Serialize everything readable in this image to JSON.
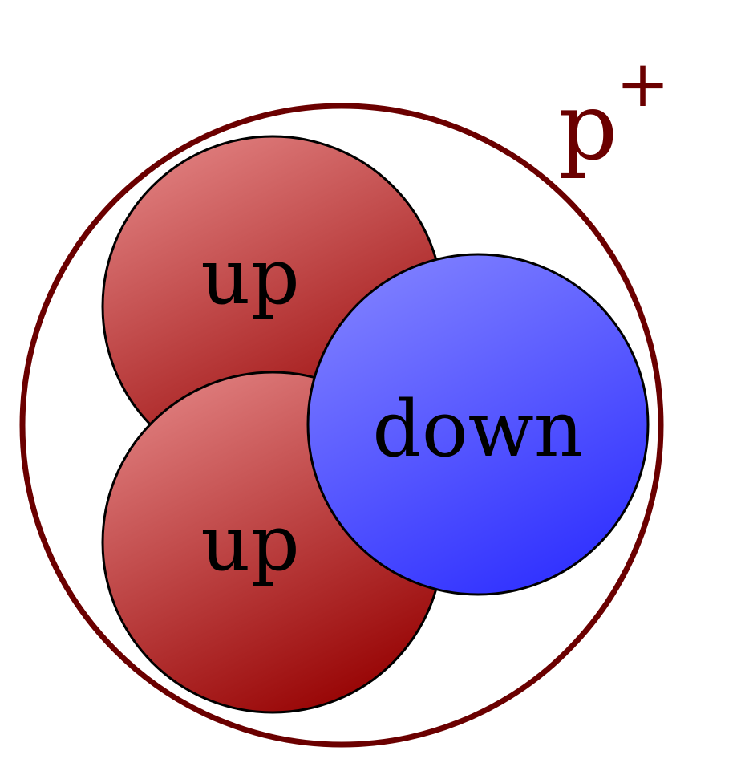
{
  "proton": {
    "label": "p",
    "charge": "+",
    "outline_color": "#6b0000"
  },
  "quarks": [
    {
      "id": "up-top",
      "label": "up",
      "flavor": "up"
    },
    {
      "id": "up-bottom",
      "label": "up",
      "flavor": "up"
    },
    {
      "id": "down",
      "label": "down",
      "flavor": "down"
    }
  ],
  "colors": {
    "up_light": "#e07f7f",
    "up_dark": "#950000",
    "down_light": "#7f80ff",
    "down_dark": "#2e2fff",
    "quark_outline": "#000000"
  }
}
